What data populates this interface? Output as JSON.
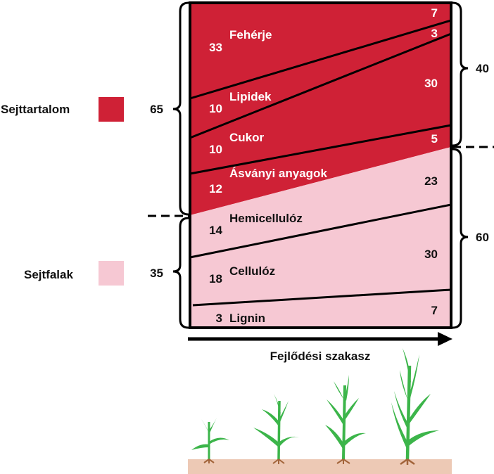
{
  "colors": {
    "content": "#cf2136",
    "walls": "#f6c8d3",
    "line": "#000000",
    "label_on_content": "#ffffff",
    "label_on_walls": "#111111",
    "plant": "#3cb54a",
    "soil": "#edc9b5",
    "roots": "#a2643a"
  },
  "legend": {
    "content_label": "Sejttartalom",
    "content_value": "65",
    "walls_label": "Sejtfalak",
    "walls_value": "35"
  },
  "right_totals": {
    "content": "40",
    "walls": "60"
  },
  "components": [
    {
      "name": "Fehérje",
      "left": "33",
      "right": "7"
    },
    {
      "name": "Lipidek",
      "left": "10",
      "right": "3"
    },
    {
      "name": "Cukor",
      "left": "10",
      "right": "30"
    },
    {
      "name": "Ásványi anyagok",
      "left": "12",
      "right": "5"
    },
    {
      "name": "Hemicellulóz",
      "left": "14",
      "right": "23"
    },
    {
      "name": "Cellulóz",
      "left": "18",
      "right": "30"
    },
    {
      "name": "Lignin",
      "left": "3",
      "right": "7"
    }
  ],
  "axis": {
    "label": "Fejlődési szakasz"
  },
  "icons": {
    "stage_arrow": "right-arrow-icon",
    "plants": "plant-growth-icons"
  }
}
